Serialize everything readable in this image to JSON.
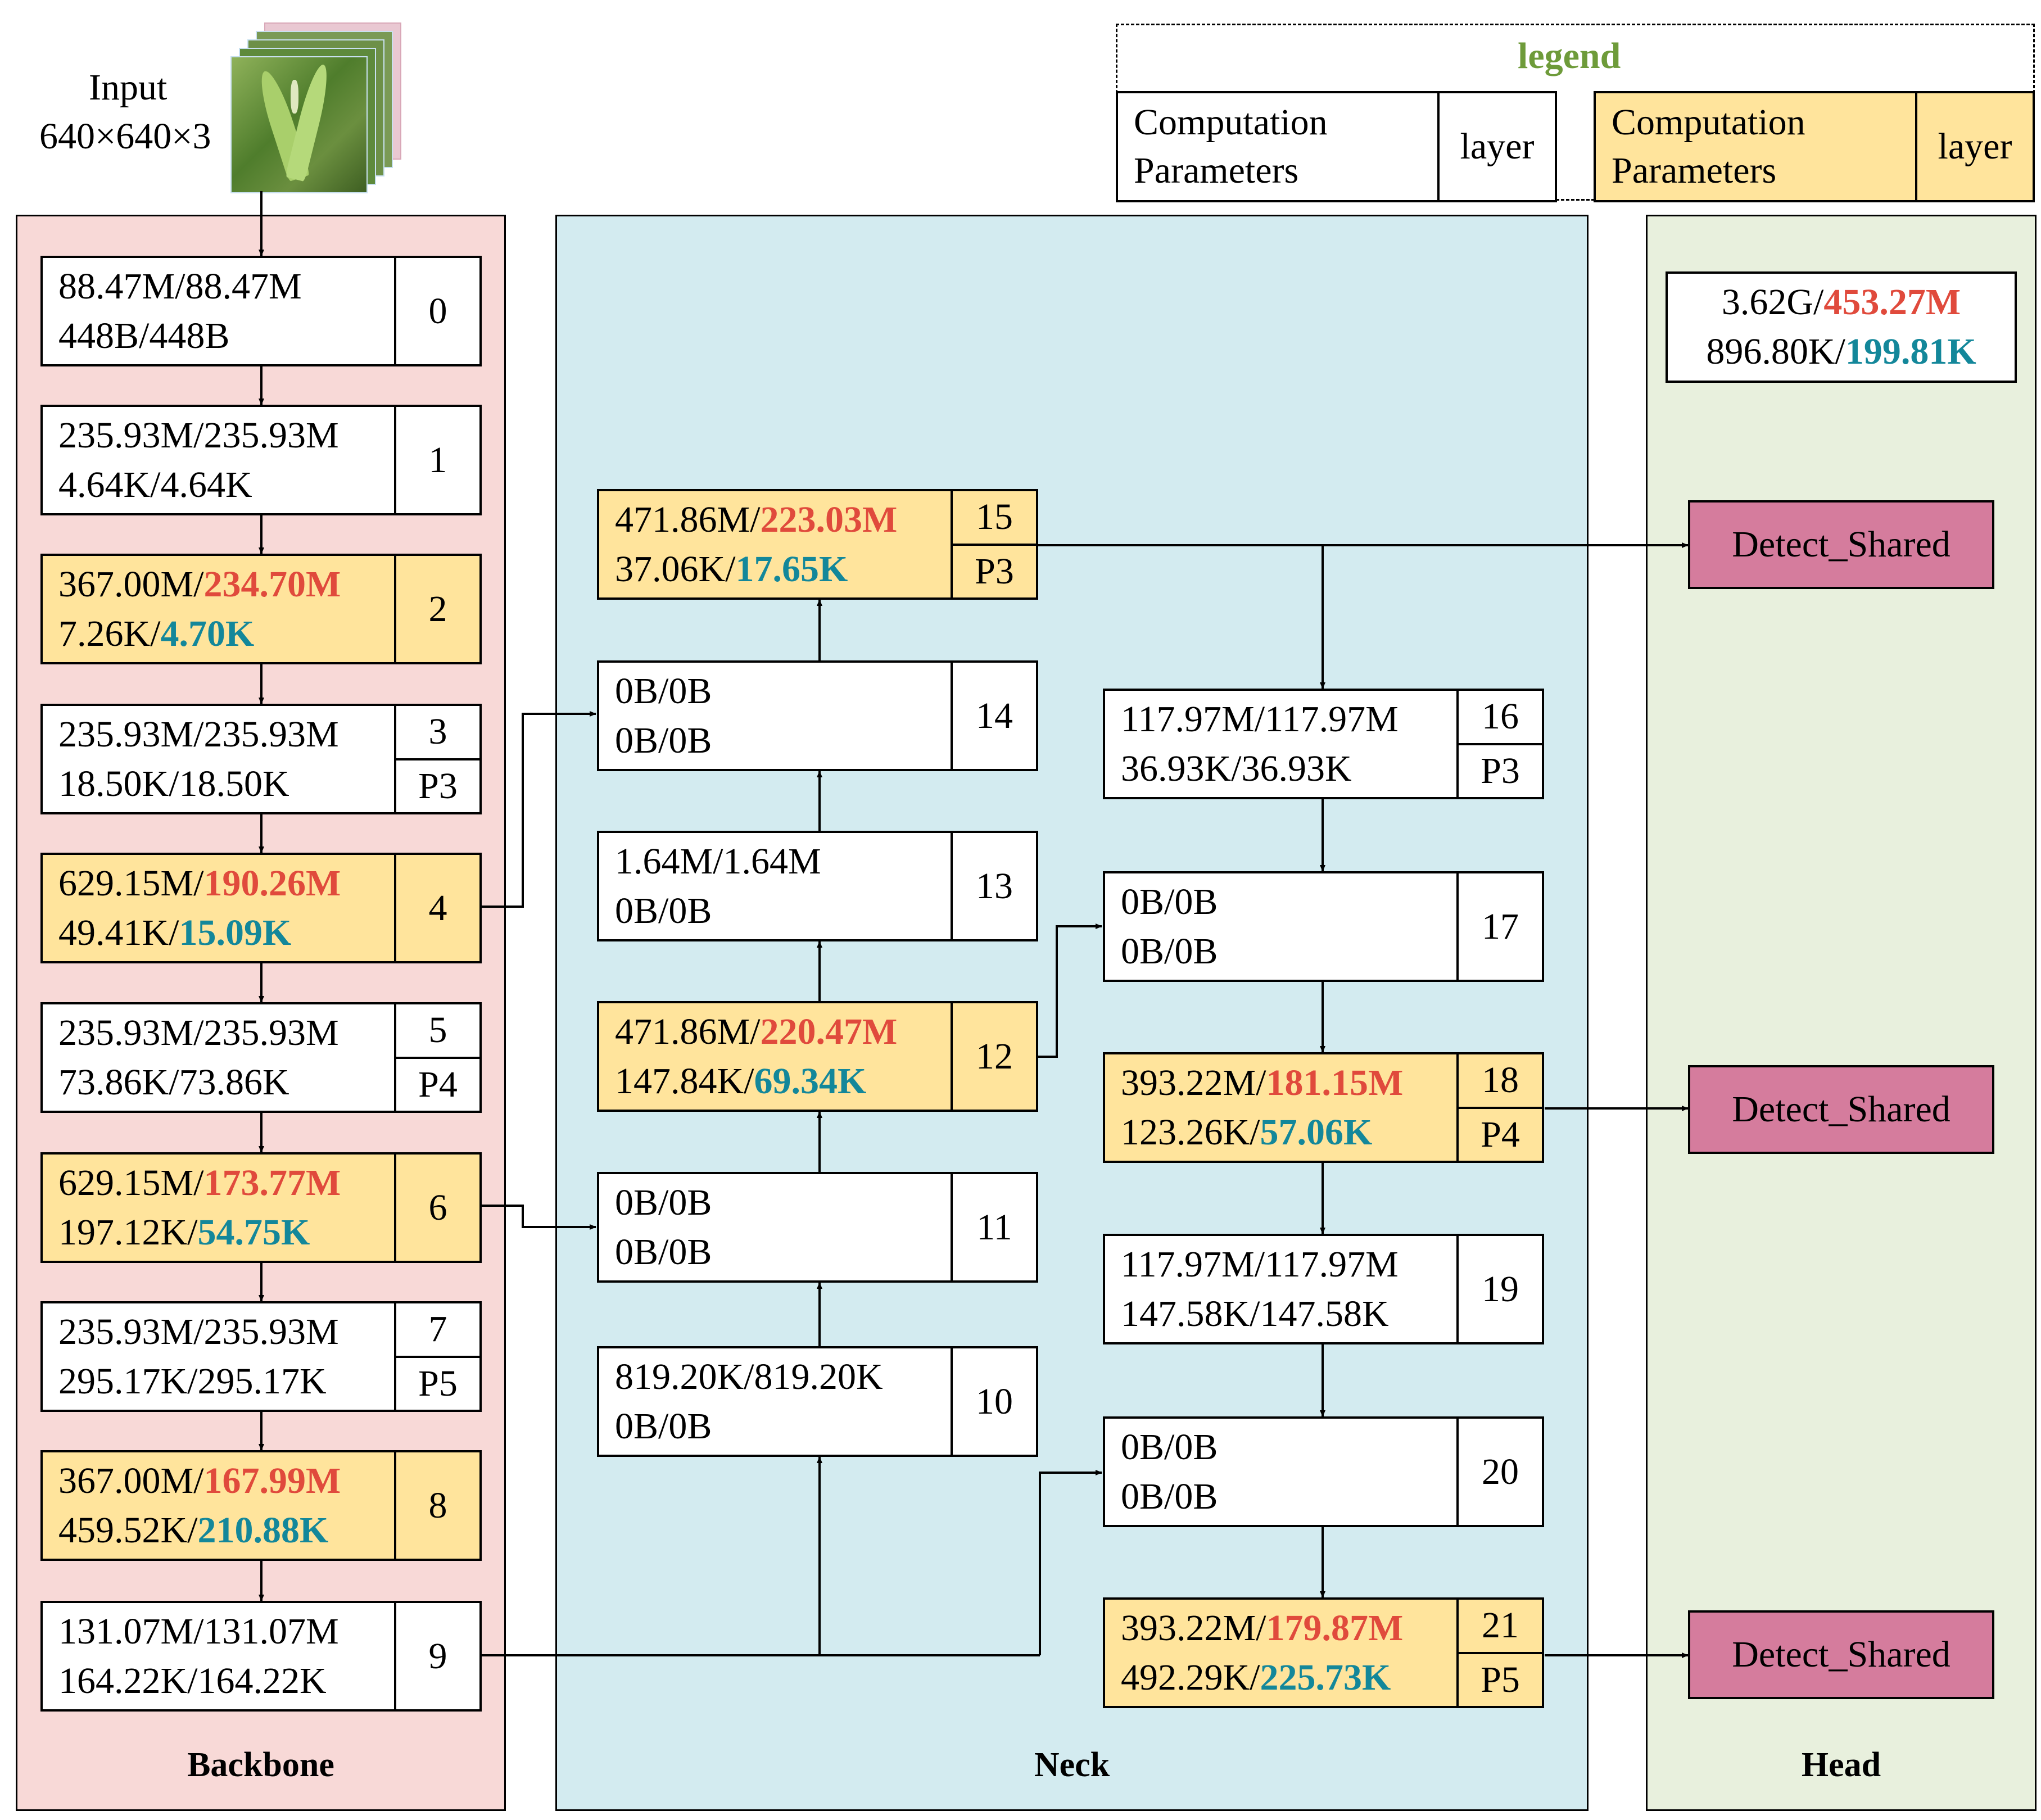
{
  "input": {
    "label": "Input",
    "dims": "640×640×3"
  },
  "legend": {
    "title": "legend",
    "line1": "Computation",
    "line2": "Parameters",
    "layer": "layer"
  },
  "sections": {
    "backbone": "Backbone",
    "neck": "Neck",
    "head": "Head"
  },
  "head_summary": {
    "comp_a": "3.62G/",
    "comp_b": "453.27M",
    "param_a": "896.80K/",
    "param_b": "199.81K"
  },
  "detect_label": "Detect_Shared",
  "layers": [
    {
      "id": "0",
      "c1": "88.47M/88.47M",
      "c2": "",
      "p1": "448B/448B",
      "p2": ""
    },
    {
      "id": "1",
      "c1": "235.93M/235.93M",
      "c2": "",
      "p1": "4.64K/4.64K",
      "p2": ""
    },
    {
      "id": "2",
      "c1": "367.00M/",
      "c2": "234.70M",
      "p1": "7.26K/",
      "p2": "4.70K"
    },
    {
      "id": "3",
      "sub": "P3",
      "c1": "235.93M/235.93M",
      "c2": "",
      "p1": "18.50K/18.50K",
      "p2": ""
    },
    {
      "id": "4",
      "c1": "629.15M/",
      "c2": "190.26M",
      "p1": "49.41K/",
      "p2": "15.09K"
    },
    {
      "id": "5",
      "sub": "P4",
      "c1": "235.93M/235.93M",
      "c2": "",
      "p1": "73.86K/73.86K",
      "p2": ""
    },
    {
      "id": "6",
      "c1": "629.15M/",
      "c2": "173.77M",
      "p1": "197.12K/",
      "p2": "54.75K"
    },
    {
      "id": "7",
      "sub": "P5",
      "c1": "235.93M/235.93M",
      "c2": "",
      "p1": "295.17K/295.17K",
      "p2": ""
    },
    {
      "id": "8",
      "c1": "367.00M/",
      "c2": "167.99M",
      "p1": "459.52K/",
      "p2": "210.88K"
    },
    {
      "id": "9",
      "c1": "131.07M/131.07M",
      "c2": "",
      "p1": "164.22K/164.22K",
      "p2": ""
    },
    {
      "id": "10",
      "c1": "819.20K/819.20K",
      "c2": "",
      "p1": "0B/0B",
      "p2": ""
    },
    {
      "id": "11",
      "c1": "0B/0B",
      "c2": "",
      "p1": "0B/0B",
      "p2": ""
    },
    {
      "id": "12",
      "c1": "471.86M/",
      "c2": "220.47M",
      "p1": "147.84K/",
      "p2": "69.34K"
    },
    {
      "id": "13",
      "c1": "1.64M/1.64M",
      "c2": "",
      "p1": "0B/0B",
      "p2": ""
    },
    {
      "id": "14",
      "c1": "0B/0B",
      "c2": "",
      "p1": "0B/0B",
      "p2": ""
    },
    {
      "id": "15",
      "sub": "P3",
      "c1": "471.86M/",
      "c2": "223.03M",
      "p1": "37.06K/",
      "p2": "17.65K"
    },
    {
      "id": "16",
      "sub": "P3",
      "c1": "117.97M/117.97M",
      "c2": "",
      "p1": "36.93K/36.93K",
      "p2": ""
    },
    {
      "id": "17",
      "c1": "0B/0B",
      "c2": "",
      "p1": "0B/0B",
      "p2": ""
    },
    {
      "id": "18",
      "sub": "P4",
      "c1": "393.22M/",
      "c2": "181.15M",
      "p1": "123.26K/",
      "p2": "57.06K"
    },
    {
      "id": "19",
      "c1": "117.97M/117.97M",
      "c2": "",
      "p1": "147.58K/147.58K",
      "p2": ""
    },
    {
      "id": "20",
      "c1": "0B/0B",
      "c2": "",
      "p1": "0B/0B",
      "p2": ""
    },
    {
      "id": "21",
      "sub": "P5",
      "c1": "393.22M/",
      "c2": "179.87M",
      "p1": "492.29K/",
      "p2": "225.73K"
    }
  ]
}
